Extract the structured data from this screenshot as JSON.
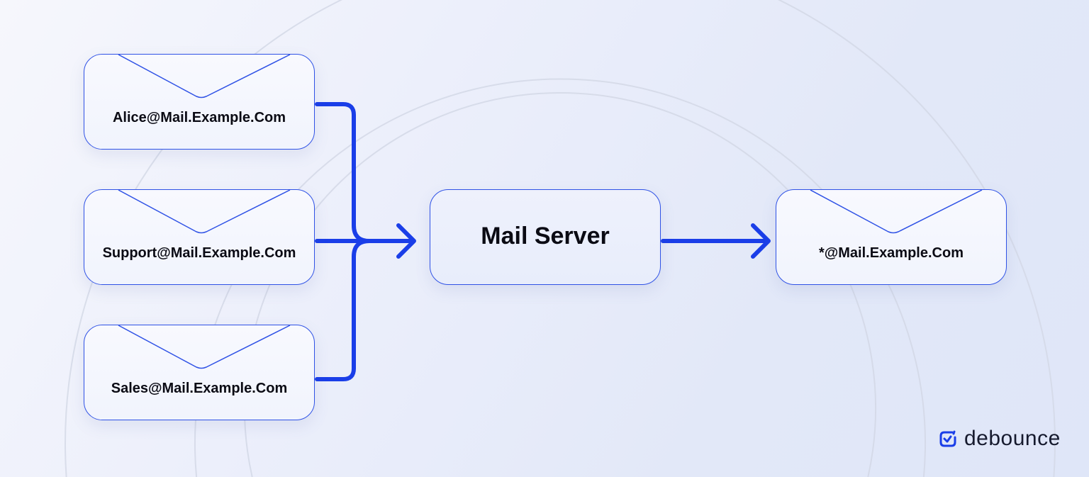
{
  "sources": [
    {
      "label": "Alice@Mail.Example.Com"
    },
    {
      "label": "Support@Mail.Example.Com"
    },
    {
      "label": "Sales@Mail.Example.Com"
    }
  ],
  "server": {
    "label": "Mail Server"
  },
  "destination": {
    "label": "*@Mail.Example.Com"
  },
  "brand": {
    "name": "debounce"
  },
  "colors": {
    "accent": "#1a3ee8",
    "text": "#0b0b14"
  }
}
